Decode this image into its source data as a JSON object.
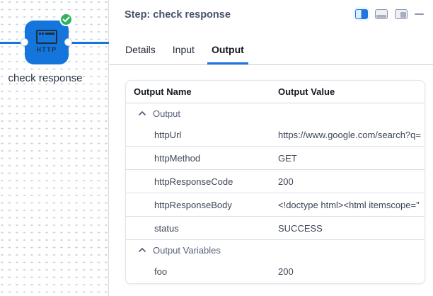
{
  "canvas": {
    "node": {
      "label": "check response",
      "type_label": "HTTP",
      "status": "success",
      "color": "#1476dd",
      "status_color": "#30b25f",
      "icons": [
        "browser-window-icon",
        "success-check-icon"
      ]
    },
    "edge_color": "#1476dd"
  },
  "panel": {
    "title": "Step: check response",
    "controls": {
      "icons": [
        "layout-split-view-icon",
        "layout-bottom-panel-icon",
        "layout-right-panel-icon",
        "minimize-icon"
      ],
      "active_layout": "split-view",
      "accent": "#2176e0"
    },
    "tabs": [
      {
        "label": "Details",
        "active": false
      },
      {
        "label": "Input",
        "active": false
      },
      {
        "label": "Output",
        "active": true
      }
    ],
    "table": {
      "columns": [
        "Output Name",
        "Output Value"
      ],
      "rows": [
        {
          "kind": "group",
          "name": "Output",
          "collapsed": false
        },
        {
          "kind": "data",
          "name": "httpUrl",
          "value": "https://www.google.com/search?q="
        },
        {
          "kind": "data",
          "name": "httpMethod",
          "value": "GET"
        },
        {
          "kind": "data",
          "name": "httpResponseCode",
          "value": "200"
        },
        {
          "kind": "data",
          "name": "httpResponseBody",
          "value": "<!doctype html><html itemscope=\""
        },
        {
          "kind": "data",
          "name": "status",
          "value": "SUCCESS"
        },
        {
          "kind": "group",
          "name": "Output Variables",
          "collapsed": false
        },
        {
          "kind": "data",
          "name": "foo",
          "value": "200"
        }
      ]
    }
  }
}
